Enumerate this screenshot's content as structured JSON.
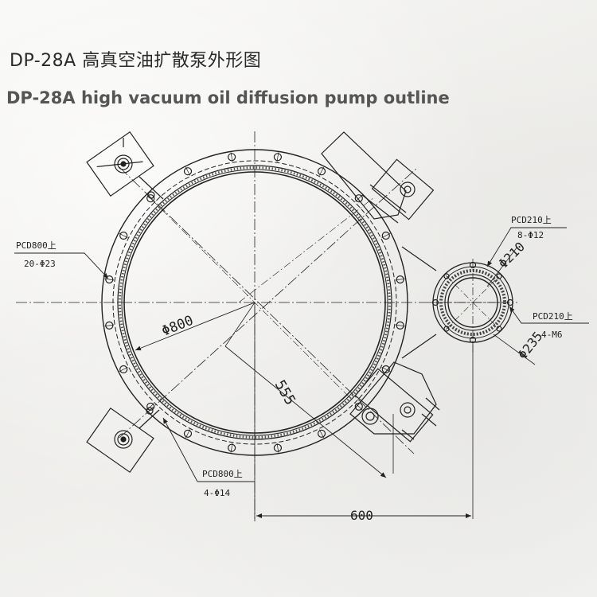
{
  "title_zh": "DP-28A 高真空油扩散泵外形图",
  "title_en": "DP-28A high vacuum oil diffusion pump outline",
  "labels": {
    "main_pcd_top": "PCD800上",
    "main_holes_top": "20-Φ23",
    "main_pcd_bottom": "PCD800上",
    "main_holes_bottom": "4-Φ14",
    "main_diameter": "Φ800",
    "offset_dim": "555",
    "width_dim": "600",
    "port_pcd_top": "PCD210上",
    "port_holes_top": "8-Φ12",
    "port_diameter": "Φ210",
    "port_pcd_right": "PCD210上",
    "port_holes_right": "4-M6",
    "port_outer_diameter": "Φ235"
  },
  "colors": {
    "line": "#222222",
    "background": "#f3f3f1"
  }
}
